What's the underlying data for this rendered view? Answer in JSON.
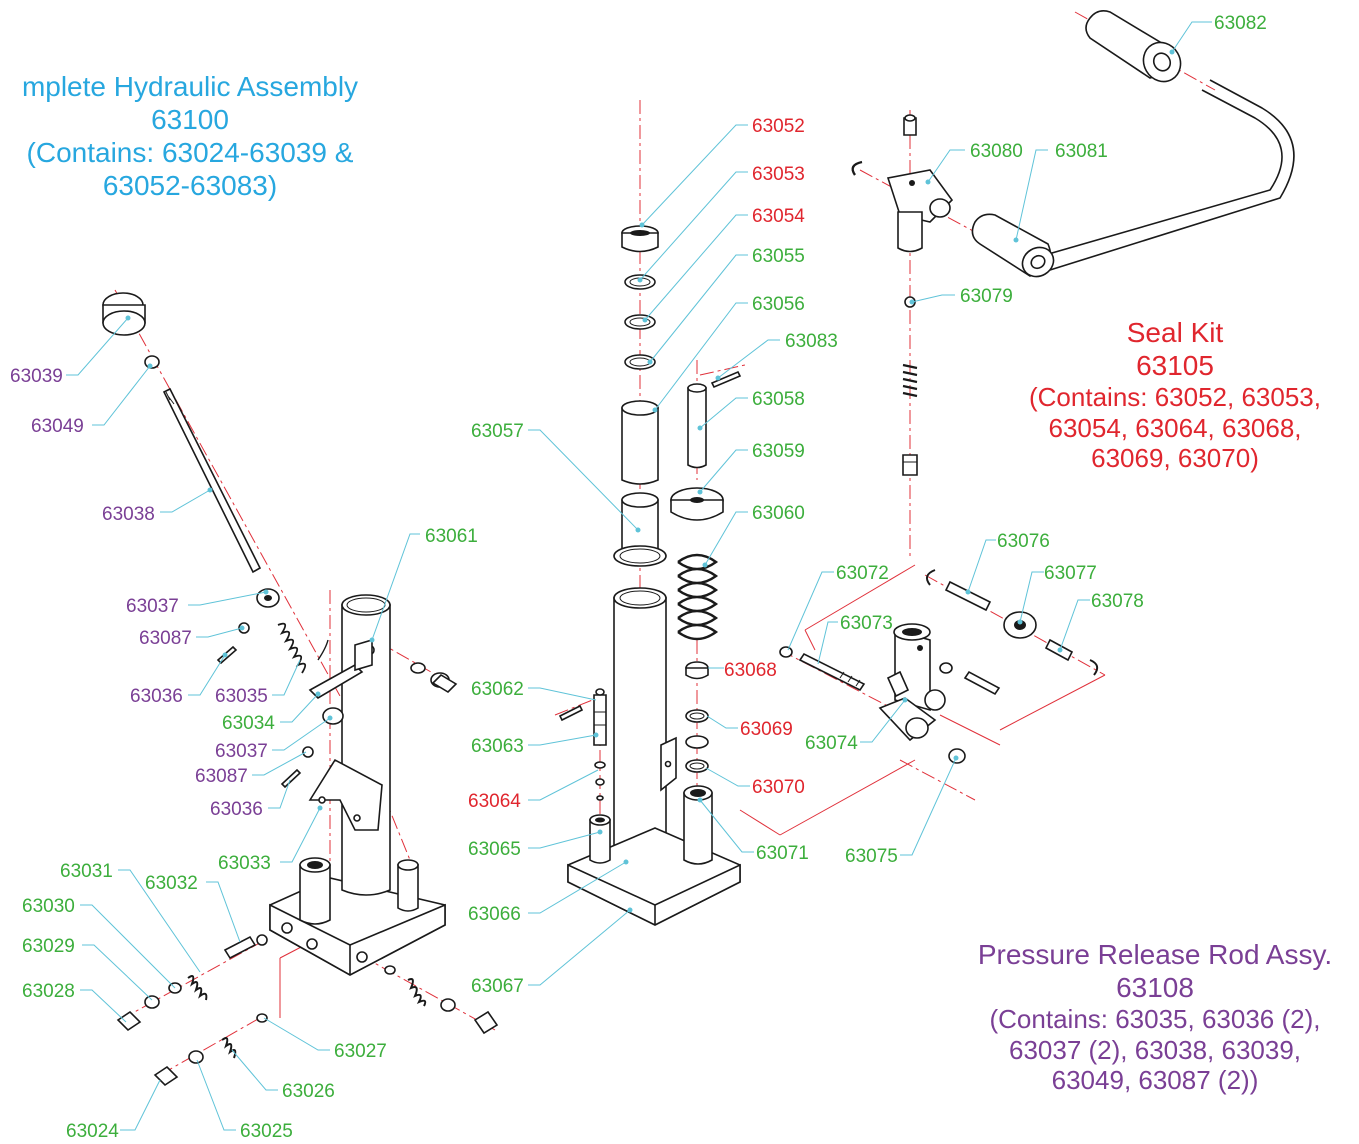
{
  "notes": {
    "hydraulic": {
      "title": "mplete Hydraulic Assembly",
      "number": "63100",
      "contents1": "(Contains: 63024-63039 &",
      "contents2": "63052-63083)"
    },
    "seal_kit": {
      "title": "Seal Kit",
      "number": "63105",
      "contents1": "(Contains: 63052, 63053,",
      "contents2": "63054, 63064, 63068,",
      "contents3": "63069, 63070)"
    },
    "pressure_release": {
      "title": "Pressure Release Rod Assy.",
      "number": "63108",
      "contents1": "(Contains: 63035, 63036 (2),",
      "contents2": "63037 (2), 63038, 63039,",
      "contents3": "63049, 63087 (2))"
    }
  },
  "colors": {
    "green": "#3cae3c",
    "red": "#e0262e",
    "purple": "#7a3f95",
    "blue": "#27a7df",
    "leader": "#5fc3d8",
    "axis": "#e0303a"
  },
  "labels": {
    "p63082": "63082",
    "p63080": "63080",
    "p63081": "63081",
    "p63079": "63079",
    "p63052": "63052",
    "p63053": "63053",
    "p63054": "63054",
    "p63055": "63055",
    "p63056": "63056",
    "p63083": "63083",
    "p63058": "63058",
    "p63059": "63059",
    "p63060": "63060",
    "p63057": "63057",
    "p63061": "63061",
    "p63039": "63039",
    "p63049": "63049",
    "p63038": "63038",
    "p63037a": "63037",
    "p63087a": "63087",
    "p63036a": "63036",
    "p63035": "63035",
    "p63034": "63034",
    "p63037b": "63037",
    "p63087b": "63087",
    "p63036b": "63036",
    "p63033": "63033",
    "p63031": "63031",
    "p63032": "63032",
    "p63030": "63030",
    "p63029": "63029",
    "p63028": "63028",
    "p63027": "63027",
    "p63026": "63026",
    "p63024": "63024",
    "p63025": "63025",
    "p63062": "63062",
    "p63063": "63063",
    "p63064": "63064",
    "p63065": "63065",
    "p63066": "63066",
    "p63067": "63067",
    "p63068": "63068",
    "p63069": "63069",
    "p63070": "63070",
    "p63071": "63071",
    "p63072": "63072",
    "p63073": "63073",
    "p63074": "63074",
    "p63075": "63075",
    "p63076": "63076",
    "p63077": "63077",
    "p63078": "63078"
  }
}
